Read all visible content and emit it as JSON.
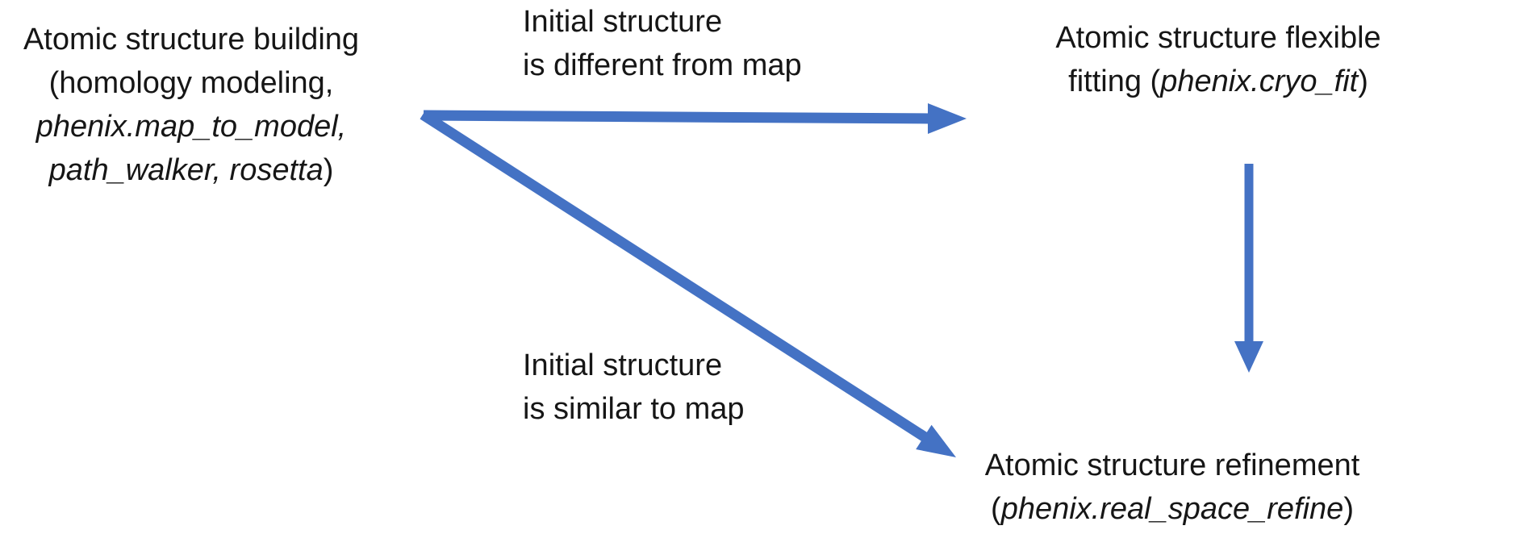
{
  "diagram": {
    "accent_color": "#4472C4",
    "text_color": "#161616",
    "building_node": {
      "line1": "Atomic structure building",
      "line2": "(homology modeling,",
      "line3": "phenix.map_to_model,",
      "line4_italic": "path_walker, rosetta",
      "line4_suffix": ")"
    },
    "different_label": {
      "line1": "Initial structure",
      "line2": "is different from map"
    },
    "similar_label": {
      "line1": "Initial structure",
      "line2": "is similar to map"
    },
    "fitting_node": {
      "line1": "Atomic structure flexible",
      "line2_prefix": "fitting (",
      "line2_program": "phenix.cryo_fit",
      "line2_suffix": ")"
    },
    "refinement_node": {
      "line1": "Atomic structure refinement",
      "line2_prefix": "(",
      "line2_program": "phenix.real_space_refine",
      "line2_suffix": ")"
    },
    "arrows": [
      "building-to-flexible-fitting",
      "building-to-refinement",
      "flexible-fitting-to-refinement"
    ]
  }
}
